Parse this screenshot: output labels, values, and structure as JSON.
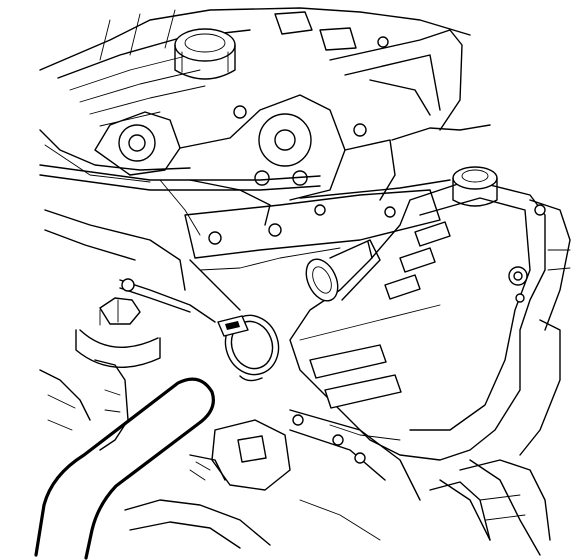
{
  "figure": {
    "kind": "engine-compartment-line-drawing",
    "colors": {
      "ink": "#000000",
      "paper": "#ffffff"
    },
    "components": [
      "air-intake-hose",
      "hose-clamp",
      "throttle-body-inlet",
      "oil-filler-cap",
      "coolant-reservoir-cap",
      "intake-manifold",
      "fuel-rail",
      "engine-cover"
    ]
  }
}
